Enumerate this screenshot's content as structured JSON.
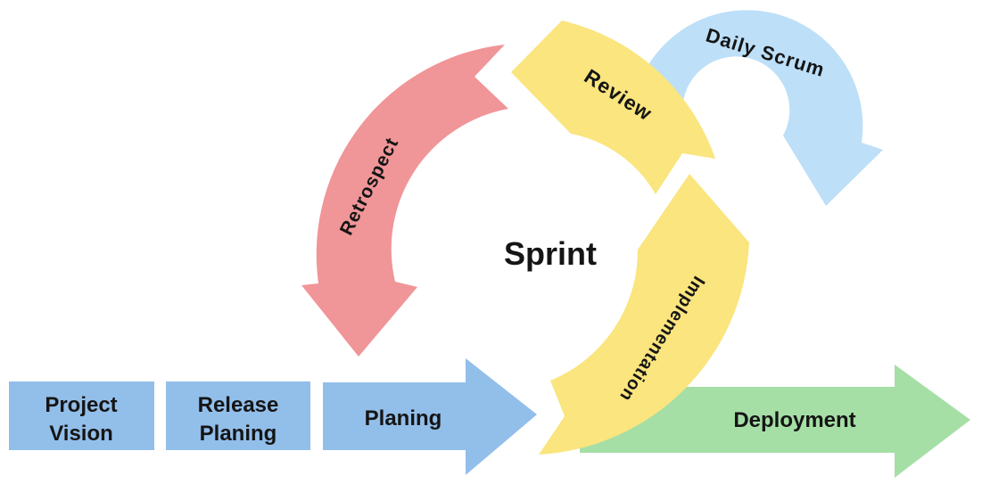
{
  "colors": {
    "box_blue": "#92BEEA",
    "daily_scrum_blue": "#BDDFF8",
    "retrospect_pink": "#F09598",
    "cycle_yellow": "#FAE57E",
    "deployment_green": "#A5DFA6",
    "label_text": "#151515",
    "background": "#FFFFFF"
  },
  "boxes": {
    "project_vision": {
      "line1": "Project",
      "line2": "Vision"
    },
    "release_planing": {
      "line1": "Release",
      "line2": "Planing"
    }
  },
  "arrows": {
    "planing": "Planing",
    "deployment": "Deployment"
  },
  "cycle": {
    "sprint": "Sprint",
    "retrospect": "Retrospect",
    "review": "Review",
    "implementation": "Implementation",
    "daily_scrum": "Daily Scrum"
  }
}
